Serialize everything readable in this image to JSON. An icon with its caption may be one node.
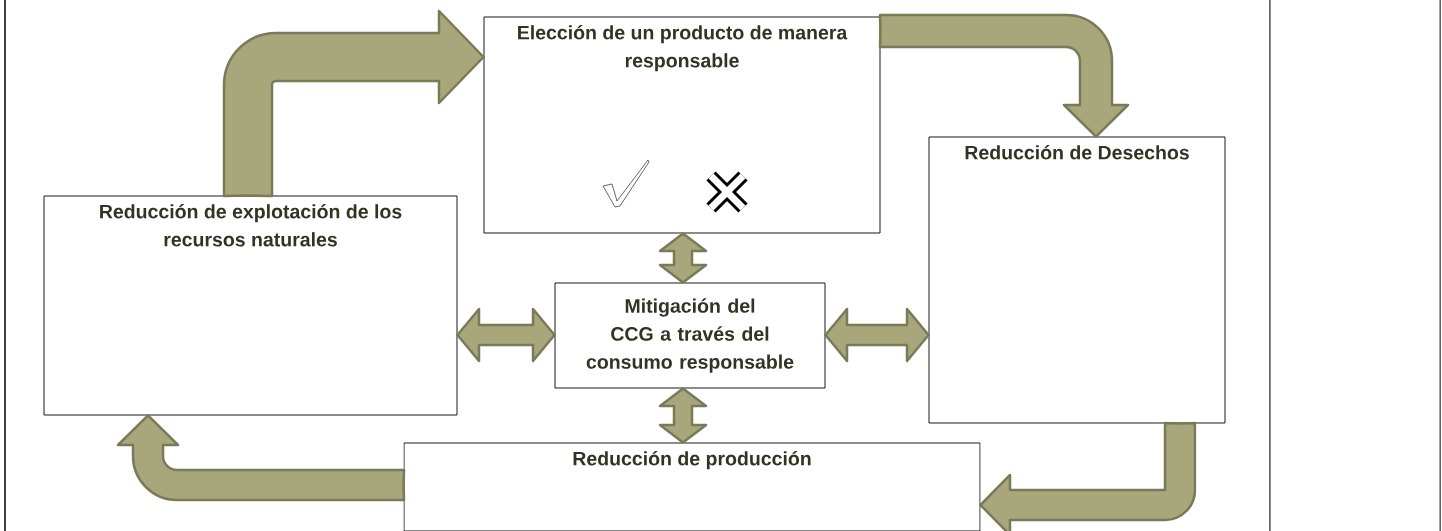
{
  "diagram": {
    "nodes": [
      {
        "text": [
          "Elección de un producto de manera responsable"
        ]
      },
      {
        "text": [
          "Reducción de Desechos"
        ]
      },
      {
        "text": [
          "Reducción de explotación de los recursos naturales"
        ]
      },
      {
        "text": [
          "Mitigación del CCG a través del consumo responsable"
        ]
      },
      {
        "text": [
          "Reducción de producción"
        ]
      }
    ],
    "edges": [
      {
        "from": 2,
        "to": 0,
        "arrow": "to"
      },
      {
        "from": 0,
        "to": 1,
        "arrow": "to"
      },
      {
        "from": 1,
        "to": 4,
        "arrow": "to"
      },
      {
        "from": 4,
        "to": 2,
        "arrow": "to"
      },
      {
        "from": 0,
        "to": 3,
        "arrow": "both"
      },
      {
        "from": 2,
        "to": 3,
        "arrow": "both"
      },
      {
        "from": 3,
        "to": 1,
        "arrow": "both"
      },
      {
        "from": 3,
        "to": 4,
        "arrow": "both"
      }
    ]
  }
}
